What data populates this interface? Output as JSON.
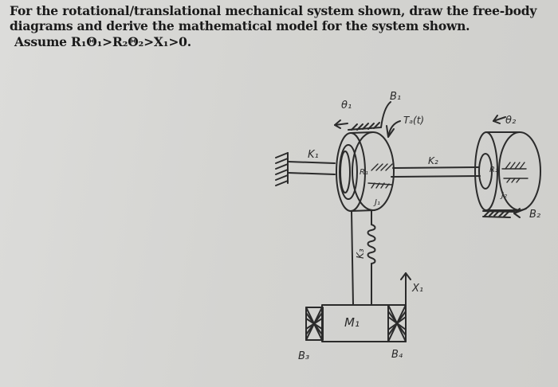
{
  "problem": {
    "line1": "For the rotational/translational mechanical system shown, draw the free-body",
    "line2": "diagrams and derive the mathematical model for the system shown.",
    "line3": "Assume R₁Θ₁>R₂Θ₂>X₁>0."
  },
  "labels": {
    "theta1": "θ₁",
    "B1": "B₁",
    "Ta": "Tₐ(t)",
    "theta2": "θ₂",
    "K1": "K₁",
    "K2": "K₂",
    "R1": "R₁",
    "R2": "R₂",
    "J1": "J₁",
    "J2": "J₂",
    "B2": "B₂",
    "K3": "K₃",
    "X1": "X₁",
    "M1": "M₁",
    "B3": "B₃",
    "B4": "B₄"
  }
}
